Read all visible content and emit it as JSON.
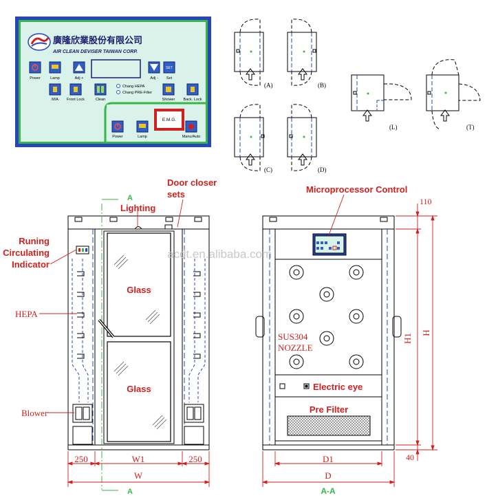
{
  "control_panel": {
    "company_cn": "廣隆欣業股份有限公司",
    "company_en": "AIR CLEAN DEVISER TAIWAN CORP.",
    "buttons": {
      "power": "Power",
      "lamp": "Lamp",
      "adj_plus": "Adj +",
      "adj_minus": "Adj -",
      "set": "Set",
      "set_key": "SET",
      "ma": "M/A",
      "front_lock": "Front Lock",
      "clean": "Clean",
      "shower": "Shower",
      "back_lock": "Back. Lock",
      "emg": "E.M.G.",
      "power2": "Power",
      "lamp2": "Lamp",
      "manual_auto": "Manu/Auto"
    },
    "indicators": {
      "hepa": "Chang HEPA",
      "prefilter": "Chang PRE-Filter"
    },
    "colors": {
      "panel_bg": "#d9f3ea",
      "panel_border_outer": "#2846b8",
      "panel_border_inner": "#39b54a",
      "button_blue": "#2e5fc7"
    }
  },
  "layouts": {
    "labels": [
      "(A)",
      "(B)",
      "(C)",
      "(D)",
      "(L)",
      "(T)"
    ]
  },
  "front_view": {
    "section_mark": "A",
    "labels": {
      "lighting": "Lighting",
      "door_closer": "Door closer",
      "door_closer_2": "sets",
      "runing": "Runing",
      "circulating": "Circulating",
      "indicator": "Indicator",
      "hepa": "HEPA",
      "blower": "Blower",
      "glass_top": "Glass",
      "glass_bottom": "Glass"
    },
    "dims": {
      "left": "250",
      "w1": "W1",
      "right": "250",
      "w": "W"
    }
  },
  "side_view": {
    "labels": {
      "microprocessor": "Microprocessor Control",
      "nozzle_1": "SUS304",
      "nozzle_2": "NOZZLE",
      "electric_eye": "Electric eye",
      "pre_filter": "Pre Filter"
    },
    "dims": {
      "top": "110",
      "h1": "H1",
      "h": "H",
      "bottom": "40",
      "d1": "D1",
      "d": "D"
    },
    "section_title": "A-A"
  },
  "watermark": "acdt.en.alibaba.com"
}
